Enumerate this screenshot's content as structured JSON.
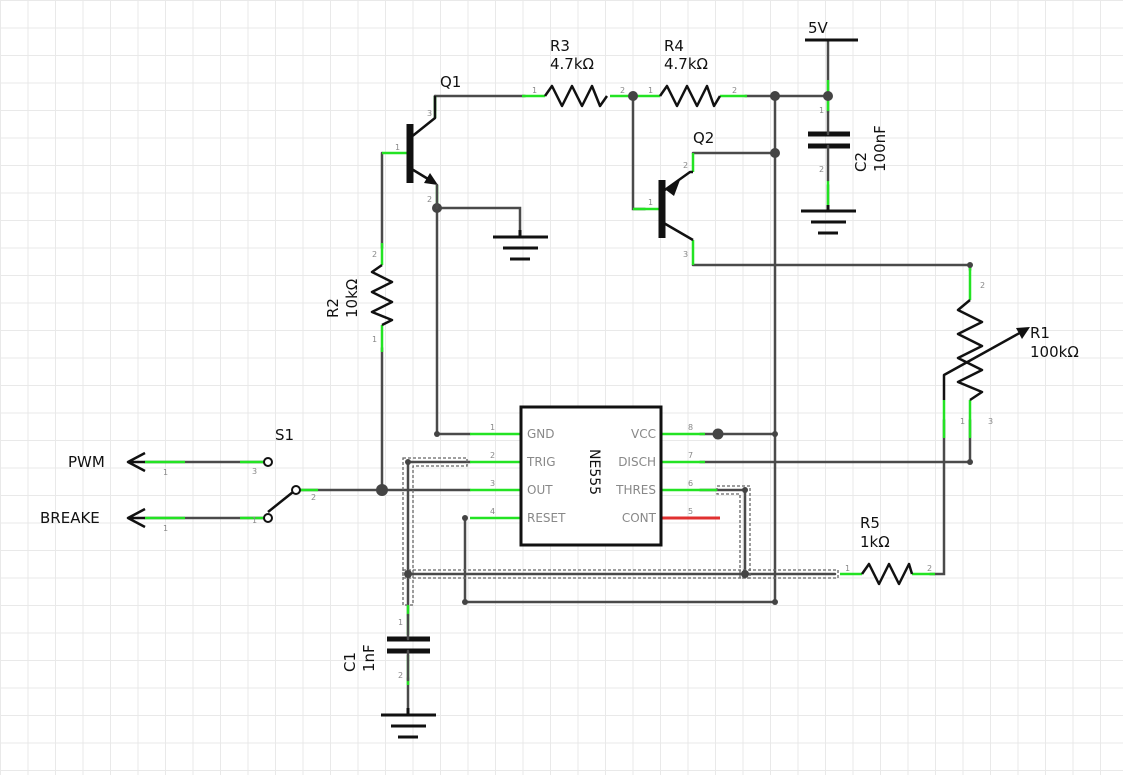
{
  "supply": {
    "label": "5V"
  },
  "ports": {
    "pwm": "PWM",
    "brake": "BREAKE"
  },
  "components": {
    "q1": {
      "name": "Q1"
    },
    "q2": {
      "name": "Q2"
    },
    "r1": {
      "name": "R1",
      "value": "100kΩ"
    },
    "r2": {
      "name": "R2",
      "value": "10kΩ"
    },
    "r3": {
      "name": "R3",
      "value": "4.7kΩ"
    },
    "r4": {
      "name": "R4",
      "value": "4.7kΩ"
    },
    "r5": {
      "name": "R5",
      "value": "1kΩ"
    },
    "c1": {
      "name": "C1",
      "value": "1nF"
    },
    "c2": {
      "name": "C2",
      "value": "100nF"
    },
    "s1": {
      "name": "S1"
    }
  },
  "ic": {
    "name": "NE555",
    "left_pins": [
      {
        "num": "1",
        "label": "GND"
      },
      {
        "num": "2",
        "label": "TRIG"
      },
      {
        "num": "3",
        "label": "OUT"
      },
      {
        "num": "4",
        "label": "RESET"
      }
    ],
    "right_pins": [
      {
        "num": "8",
        "label": "VCC"
      },
      {
        "num": "7",
        "label": "DISCH"
      },
      {
        "num": "6",
        "label": "THRES"
      },
      {
        "num": "5",
        "label": "CONT"
      }
    ]
  },
  "pin_numbers": {
    "one": "1",
    "two": "2",
    "three": "3"
  },
  "colors": {
    "wire": "#4a4a4a",
    "connected_pin": "#23e323",
    "unconnected_pin": "#e03030",
    "component": "#111111",
    "grid": "#e9e9e9"
  },
  "icons": {
    "ground": "ground-symbol-icon",
    "port": "arrow-port-icon",
    "resistor": "zigzag-resistor-icon",
    "capacitor": "capacitor-plates-icon",
    "transistor": "npn-transistor-icon",
    "switch": "spdt-switch-icon",
    "potentiometer": "potentiometer-arrow-icon"
  }
}
